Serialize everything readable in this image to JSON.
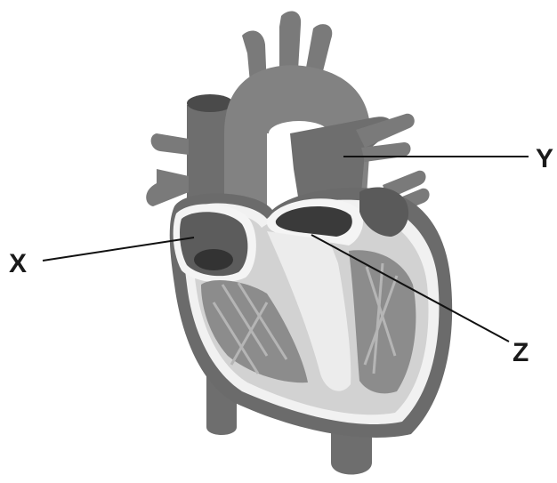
{
  "diagram": {
    "labels": {
      "x": "X",
      "y": "Y",
      "z": "Z"
    }
  },
  "colors": {
    "background": "#ffffff",
    "vessel": "#7a7a7a",
    "wall": "#6b6b6b",
    "chamber": "#d2d2d2",
    "muscle": "#8c8c8c",
    "valve_dark": "#3a3a3a",
    "pointer": "#111111"
  }
}
